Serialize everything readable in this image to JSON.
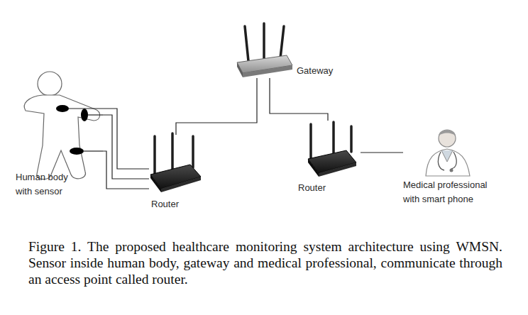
{
  "diagram": {
    "caption": "Figure 1. The proposed healthcare monitoring system architecture using WMSN. Sensor inside human body, gateway and medical professional, communicate through an access point called router.",
    "nodes": [
      {
        "text": [
          "Human body with sensor"
        ]
      },
      {
        "text": [
          "Router"
        ]
      },
      {
        "text": [
          "Gateway"
        ]
      },
      {
        "text": [
          "Router"
        ]
      },
      {
        "text": [
          "Medical professional with smart phone"
        ]
      }
    ],
    "edges": [
      {
        "from": 0,
        "to": 1,
        "arrow": "none"
      },
      {
        "from": 0,
        "to": 1,
        "arrow": "none"
      },
      {
        "from": 0,
        "to": 1,
        "arrow": "none"
      },
      {
        "from": 1,
        "to": 2,
        "arrow": "none"
      },
      {
        "from": 2,
        "to": 3,
        "arrow": "none"
      },
      {
        "from": 3,
        "to": 4,
        "arrow": "none"
      }
    ]
  }
}
